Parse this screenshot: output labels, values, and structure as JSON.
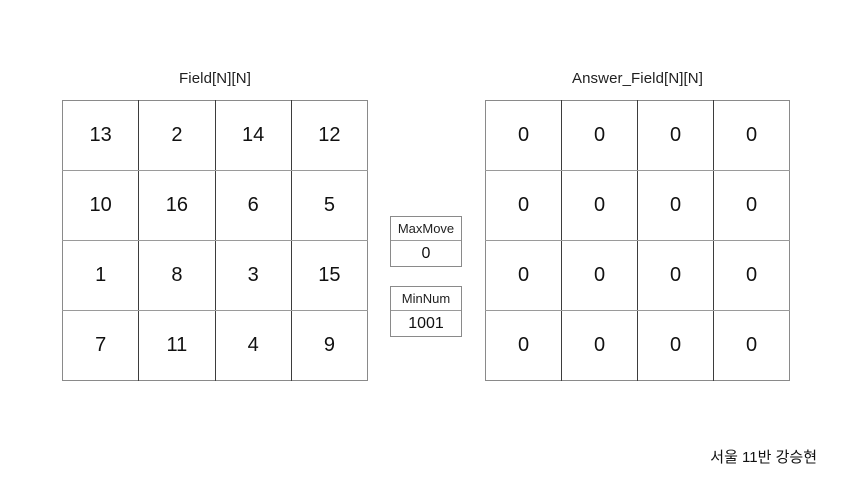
{
  "page": {
    "background_color": "#ffffff",
    "border_color": "#8a8a8a",
    "text_color": "#111111"
  },
  "field_panel": {
    "title": "Field[N][N]",
    "rows": [
      [
        "13",
        "2",
        "14",
        "12"
      ],
      [
        "10",
        "16",
        "6",
        "5"
      ],
      [
        "1",
        "8",
        "3",
        "15"
      ],
      [
        "7",
        "11",
        "4",
        "9"
      ]
    ]
  },
  "answer_panel": {
    "title": "Answer_Field[N][N]",
    "rows": [
      [
        "0",
        "0",
        "0",
        "0"
      ],
      [
        "0",
        "0",
        "0",
        "0"
      ],
      [
        "0",
        "0",
        "0",
        "0"
      ],
      [
        "0",
        "0",
        "0",
        "0"
      ]
    ]
  },
  "variables": {
    "max_move": {
      "label": "MaxMove",
      "value": "0"
    },
    "min_num": {
      "label": "MinNum",
      "value": "1001"
    }
  },
  "footer": {
    "credit": "서울 11반 강승현"
  }
}
